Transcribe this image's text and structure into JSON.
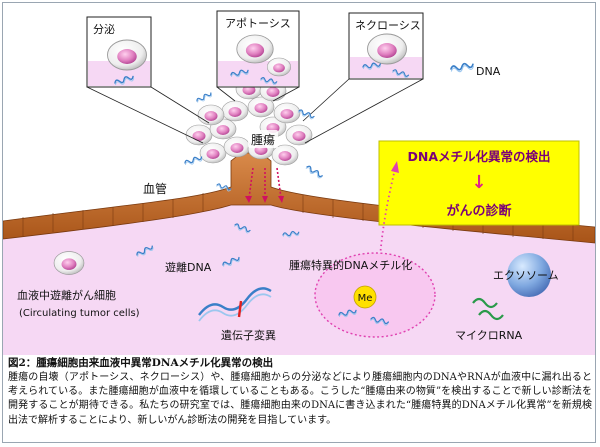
{
  "panels": {
    "secretion": "分泌",
    "apoptosis": "アポトーシス",
    "necrosis": "ネクローシス"
  },
  "labels": {
    "dna": "DNA",
    "tumor": "腫瘍",
    "vessel": "血管",
    "free_dna": "遊離DNA",
    "ctc_line1": "血液中遊離がん細胞",
    "ctc_line2": "(Circulating tumor cells)",
    "mutation": "遺伝子変異",
    "tumor_specific_methylation": "腫瘍特異的DNAメチル化",
    "methyl": "Me",
    "exosome": "エクソソーム",
    "microrna": "マイクロRNA"
  },
  "callout": {
    "line1": "DNAメチル化異常の検出",
    "arrow": "↓",
    "line2": "がんの診断"
  },
  "caption": {
    "title": "図2：腫瘍細胞由来血液中異常DNAメチル化異常の検出",
    "body": "腫瘍の自壊（アポトーシス、ネクローシス）や、腫瘍細胞からの分泌などにより腫瘍細胞内のDNAやRNAが血液中に漏れ出ると考えられている。また腫瘍細胞が血液中を循環していることもある。こうした“腫瘍由来の物質”を検出することで新しい診断法を開発することが期待できる。私たちの研究室では、腫瘍細胞由来のDNAに書き込まれた“腫瘍特異的DNAメチル化異常”を新規検出法で解析することにより、新しいがん診断法の開発を目指しています。"
  },
  "colors": {
    "vessel_wall": "#c06a2a",
    "blood": "#f6d8f4",
    "callout_bg": "#ffff00",
    "callout_text": "#7a0078",
    "arrow": "#e0208a",
    "dna_strand": "#4a8fd0",
    "methyl_circle": "#ffe000",
    "microrna": "#2a9a4a",
    "exosome": "#4a7fc0"
  }
}
